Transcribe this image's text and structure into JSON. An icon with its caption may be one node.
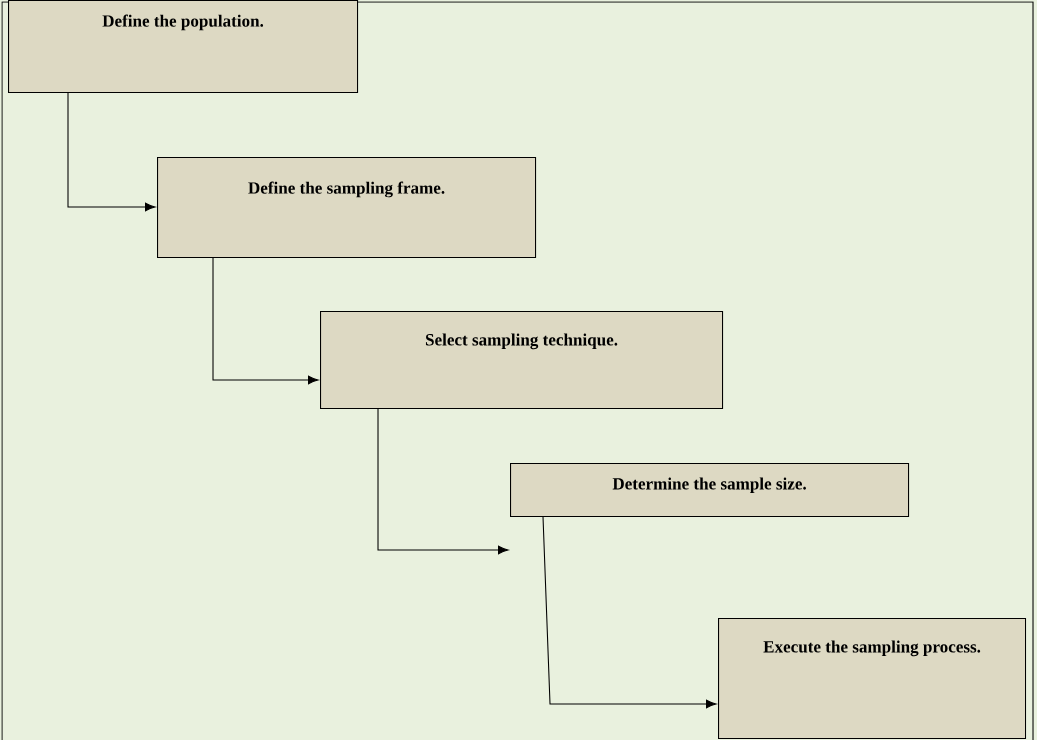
{
  "diagram": {
    "nodes": [
      {
        "text": [
          "Define the population."
        ]
      },
      {
        "text": [
          "Define the sampling frame."
        ]
      },
      {
        "text": [
          "Select sampling technique."
        ]
      },
      {
        "text": [
          "Determine the sample size."
        ]
      },
      {
        "text": [
          "Execute the sampling process."
        ]
      }
    ],
    "edges": [
      {
        "from": 0,
        "to": 1,
        "arrow": "to"
      },
      {
        "from": 1,
        "to": 2,
        "arrow": "to"
      },
      {
        "from": 2,
        "to": 3,
        "arrow": "to"
      },
      {
        "from": 3,
        "to": 4,
        "arrow": "to"
      }
    ]
  }
}
